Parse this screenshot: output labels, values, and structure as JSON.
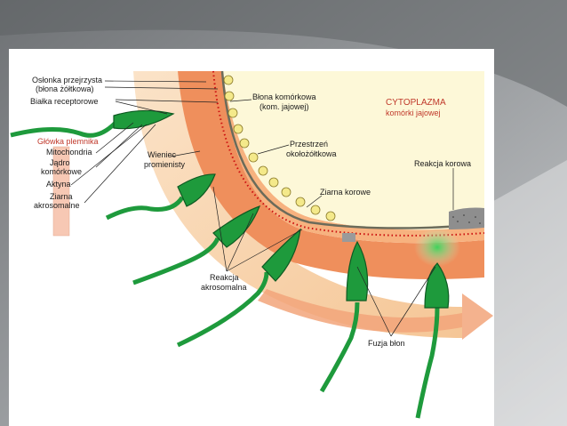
{
  "labels": {
    "oslonka": [
      "Osłonka przejrzysta",
      "(błona żółtkowa)"
    ],
    "bialka": "Białka receptorowe",
    "glowka": "Główka plemnika",
    "mitochondria": "Mitochondria",
    "jadro": [
      "Jądro",
      "komórkowe"
    ],
    "aktyna": "Aktyna",
    "ziarna_akro": [
      "Ziarna",
      "akrosomalne"
    ],
    "wieniec": [
      "Wieniec",
      "promienisty"
    ],
    "blona": [
      "Błona komórkowa",
      "(kom. jajowej)"
    ],
    "cytoplazma": [
      "CYTOPLAZMA",
      "komórki jajowej"
    ],
    "przestrzen": [
      "Przestrzeń",
      "okołożółtkowa"
    ],
    "reakcja_korowa": "Reakcja korowa",
    "ziarna_korowe": "Ziarna korowe",
    "reakcja_akro": [
      "Reakcja",
      "akrosomalna"
    ],
    "fuzja": "Fuzja błon"
  },
  "colors": {
    "background_gray": "#8e9195",
    "panel": "#ffffff",
    "cytoplasm": "#fdf8d8",
    "zona": "#ef8f5c",
    "corona": "#f7d3ae",
    "sperm_green": "#1e9a3c",
    "membrane_dots": "#cc1010",
    "label_red": "#c0392b"
  }
}
